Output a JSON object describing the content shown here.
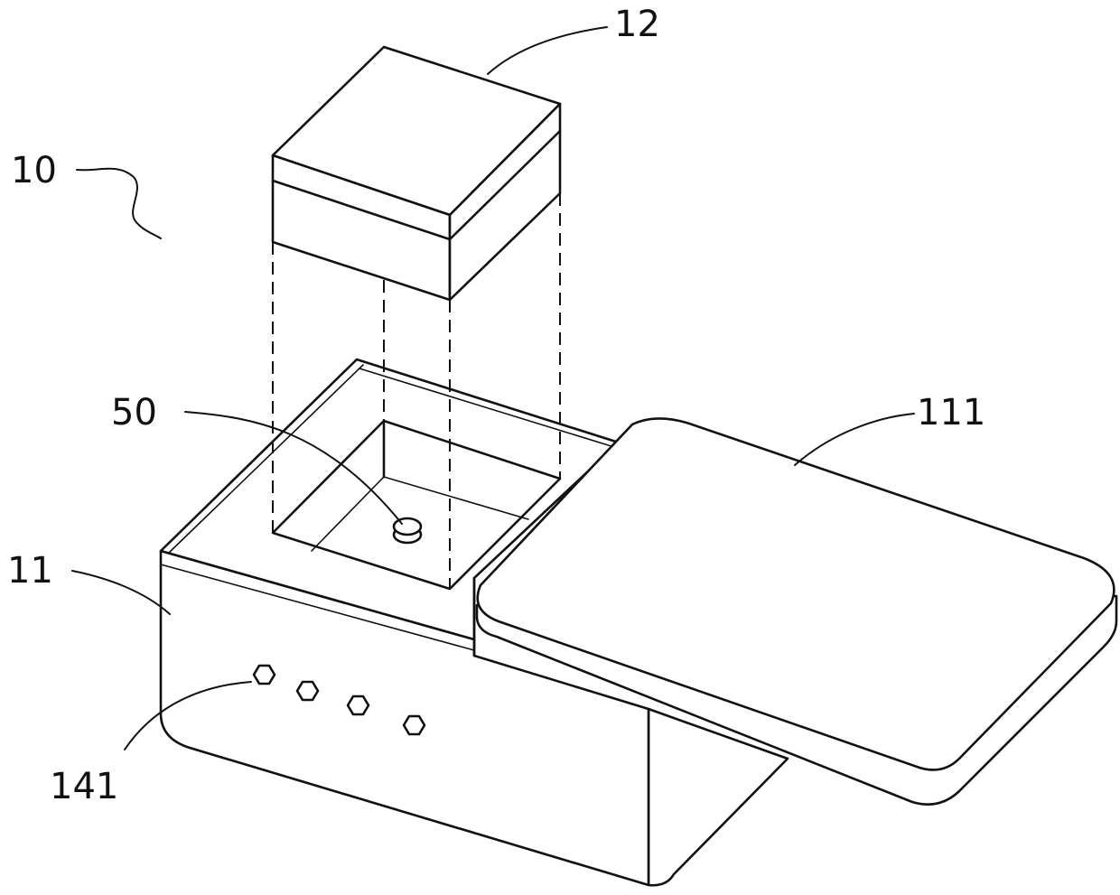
{
  "labels": {
    "device": "10",
    "body": "11",
    "cover": "111",
    "module": "12",
    "buttons": "141",
    "post": "50"
  },
  "colors": {
    "line": "#111111",
    "background": "#ffffff"
  }
}
